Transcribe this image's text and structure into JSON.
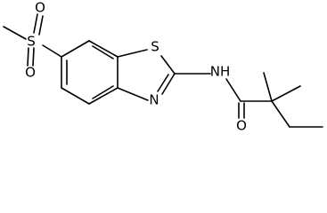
{
  "molecule": {
    "atoms": {
      "sulfonyl_s": "S",
      "sulfonyl_o1": "O",
      "sulfonyl_o2": "O",
      "thiazole_s": "S",
      "thiazole_n": "N",
      "amide_nh": "NH",
      "carbonyl_o": "O"
    }
  }
}
